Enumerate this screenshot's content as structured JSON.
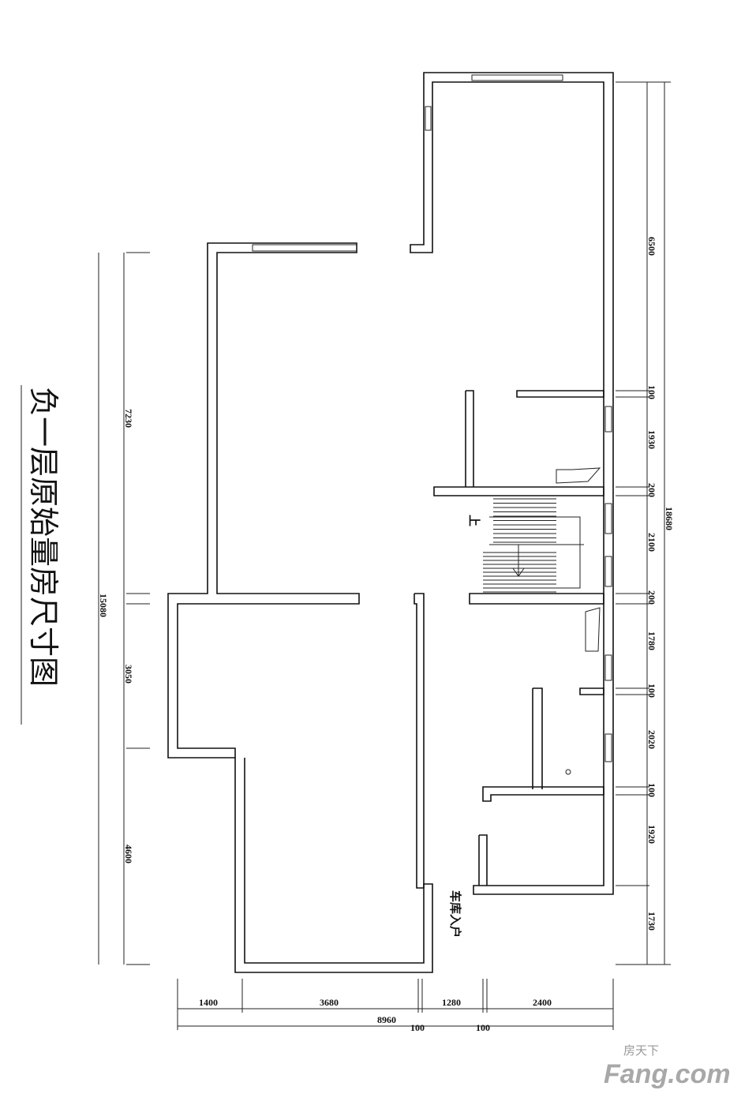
{
  "title": "负一层原始量房尺寸图",
  "labels": {
    "stairs_up": "上",
    "garage_entry": "车库入户"
  },
  "dimensions": {
    "right": [
      "6500",
      "100",
      "1930",
      "200",
      "2100",
      "200",
      "1780",
      "100",
      "2020",
      "100",
      "1920",
      "1730"
    ],
    "right_total": "18680",
    "left": [
      "7230",
      "3050",
      "4600"
    ],
    "left_total": "15080",
    "bottom": [
      "1400",
      "3680",
      "1280",
      "2400"
    ],
    "bottom_total": "8960",
    "bottom_walls": [
      "100",
      "100"
    ]
  },
  "watermark": {
    "brand_cn": "房天下",
    "brand_en": "Fang.com"
  }
}
